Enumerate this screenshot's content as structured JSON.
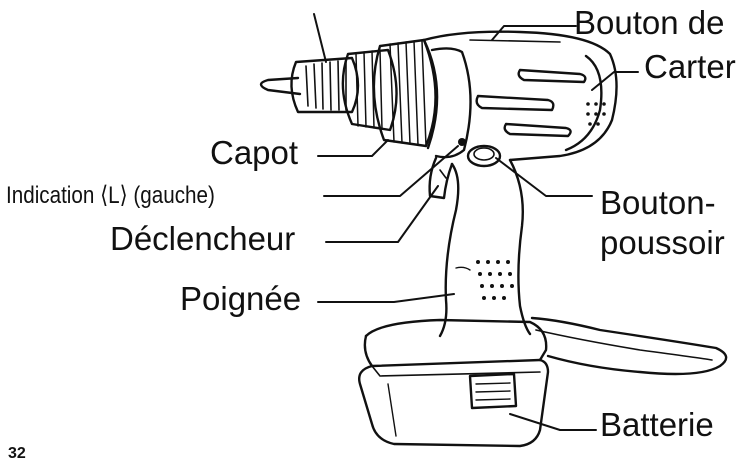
{
  "labels": {
    "bouton_de": "Bouton de",
    "carter": "Carter",
    "capot": "Capot",
    "indication": "Indication ⟨L⟩ (gauche)",
    "declencheur": "Déclencheur",
    "bouton": "Bouton-",
    "poussoir": "poussoir",
    "poignee": "Poignée",
    "batterie": "Batterie"
  },
  "page_number": "32",
  "colors": {
    "ink": "#111111",
    "paper": "#ffffff"
  }
}
